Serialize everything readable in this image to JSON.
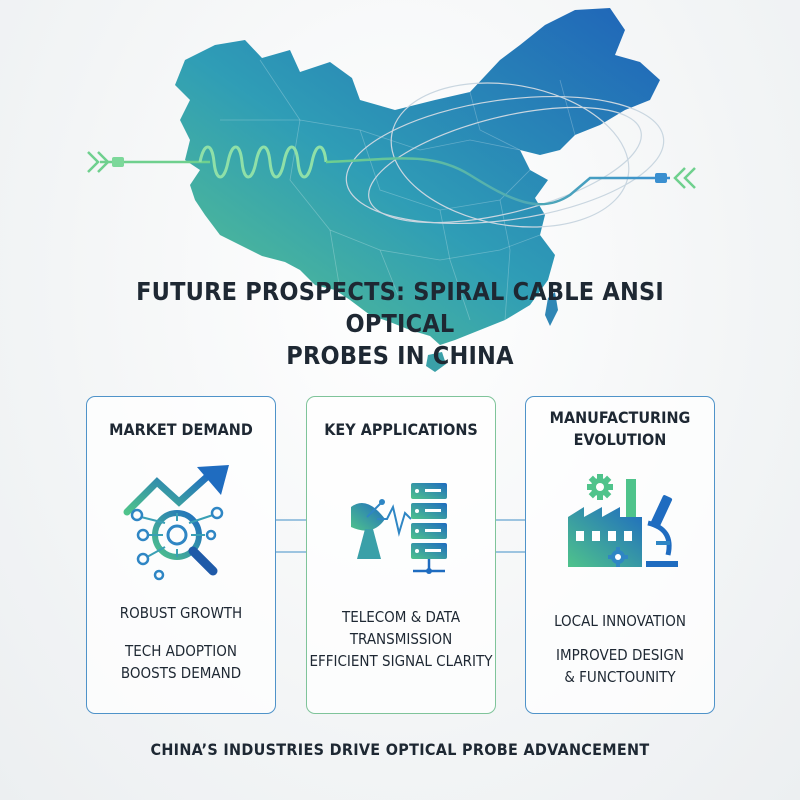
{
  "title": {
    "line1": "FUTURE PROSPECTS: SPIRAL CABLE ANSI OPTICAL",
    "line2": "PROBES IN CHINA"
  },
  "cards": [
    {
      "heading": "MARKET DEMAND",
      "icon": "growth-chart-magnifier-icon",
      "lines": [
        "ROBUST GROWTH",
        "TECH ADOPTION",
        "BOOSTS DEMAND"
      ]
    },
    {
      "heading": "KEY APPLICATIONS",
      "icon": "satellite-server-icon",
      "lines": [
        "TELECOM & DATA",
        "TRANSMISSION",
        "EFFICIENT SIGNAL CLARITY"
      ]
    },
    {
      "heading_line1": "MANUFACTURING",
      "heading_line2": "EVOLUTION",
      "icon": "factory-microscope-icon",
      "lines": [
        "LOCAL INNOVATION",
        "IMPROVED DESIGN",
        "& FUNCTOUNITY"
      ]
    }
  ],
  "footer": "CHINA’S INDUSTRIES DRIVE OPTICAL PROBE ADVANCEMENT",
  "colors": {
    "blue": "#2f7fc4",
    "green": "#5ec48a",
    "dark": "#1e2833",
    "card_border": "#4f93c9"
  }
}
